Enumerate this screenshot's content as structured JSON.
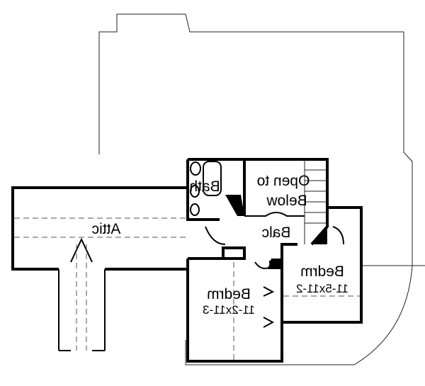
{
  "rooms": {
    "attic": {
      "label": "Attic"
    },
    "bath": {
      "label": "Bath"
    },
    "open_to_below": {
      "line1": "Open to",
      "line2": "Below"
    },
    "balcony": {
      "label": "Balc"
    },
    "bedroom_right": {
      "label": "Bedrm",
      "size": "11-5x11-2"
    },
    "bedroom_left": {
      "label": "Bedrm",
      "size": "11-2x11-3"
    }
  },
  "colors": {
    "line": "#000000",
    "background": "#ffffff"
  }
}
